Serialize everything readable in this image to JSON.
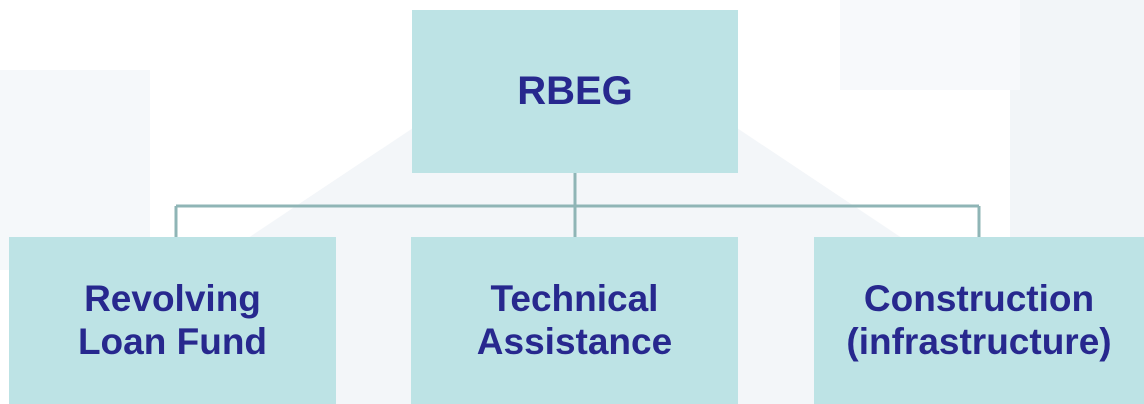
{
  "diagram": {
    "root": {
      "label": "RBEG"
    },
    "children": [
      {
        "label": "Revolving\nLoan Fund"
      },
      {
        "label": "Technical\nAssistance"
      },
      {
        "label": "Construction\n(infrastructure)"
      }
    ]
  },
  "colors": {
    "box_fill": "#bde3e5",
    "text": "#27288e",
    "connector": "#8fb5b6",
    "background_shape": "#f1f5f9"
  }
}
